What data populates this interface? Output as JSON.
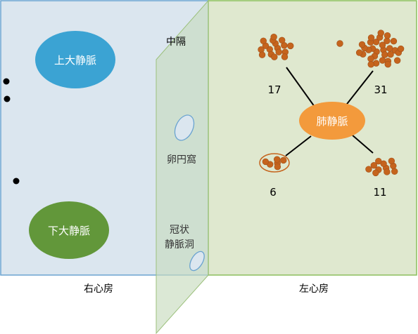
{
  "colors": {
    "right_atrium_fill": "#dbe6ef",
    "right_atrium_stroke": "#6aa3d0",
    "left_atrium_fill": "#dfe8cf",
    "left_atrium_stroke": "#8cbf5c",
    "septum_fill": "#c7dcbf",
    "svc": "#3ba3d3",
    "ivc": "#62973a",
    "pulmonary_vein": "#f39a3c",
    "dot": "#c5641d",
    "dot_stroke": "#a2501a"
  },
  "labels": {
    "svc": "上大静脈",
    "ivc": "下大静脈",
    "septum": "中隔",
    "fossa_ovalis": "卵円窩",
    "cs_line1": "冠状",
    "cs_line2": "静脈洞",
    "pulmonary_vein": "肺静脈",
    "right_atrium": "右心房",
    "left_atrium": "左心房"
  },
  "clusters": [
    {
      "name": "upper-left",
      "count": "17"
    },
    {
      "name": "upper-right",
      "count": "31"
    },
    {
      "name": "lower-left",
      "count": "6"
    },
    {
      "name": "lower-right",
      "count": "11"
    }
  ]
}
